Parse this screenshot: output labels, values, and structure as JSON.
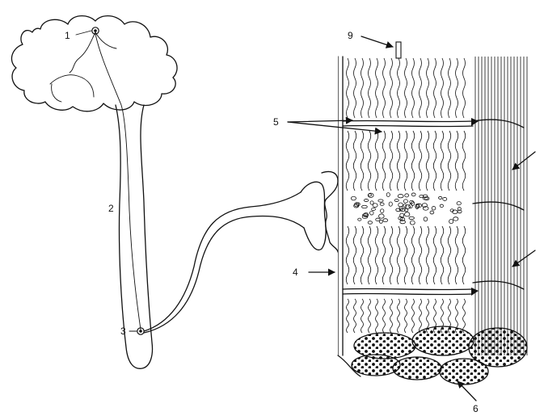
{
  "labels": {
    "l1": "1",
    "l2": "2",
    "l3": "3",
    "l4": "4",
    "l5": "5",
    "l6": "6",
    "l9": "9"
  },
  "colors": {
    "ink": "#111111",
    "background": "#ffffff"
  }
}
